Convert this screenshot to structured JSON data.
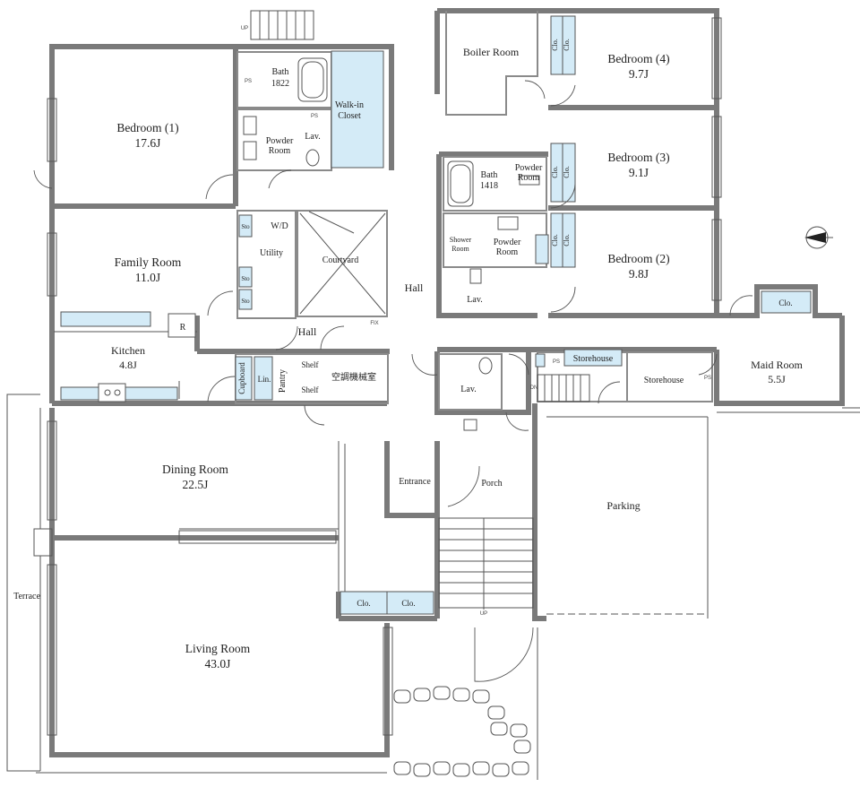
{
  "rooms": {
    "bedroom1": {
      "name": "Bedroom (1)",
      "size": "17.6J"
    },
    "family": {
      "name": "Family Room",
      "size": "11.0J"
    },
    "kitchen": {
      "name": "Kitchen",
      "size": "4.8J"
    },
    "dining": {
      "name": "Dining Room",
      "size": "22.5J"
    },
    "living": {
      "name": "Living Room",
      "size": "43.0J"
    },
    "bedroom4": {
      "name": "Bedroom (4)",
      "size": "9.7J"
    },
    "bedroom3": {
      "name": "Bedroom (3)",
      "size": "9.1J"
    },
    "bedroom2": {
      "name": "Bedroom (2)",
      "size": "9.8J"
    },
    "maid": {
      "name": "Maid Room",
      "size": "5.5J"
    },
    "bath_main": {
      "name": "Bath",
      "size": "1822"
    },
    "bath_small": {
      "name": "Bath",
      "size": "1418"
    }
  },
  "labels": {
    "boiler": "Boiler Room",
    "walkin_1": "Walk-in",
    "walkin_2": "Closet",
    "powder_a_1": "Powder",
    "powder_a_2": "Room",
    "powder_b_1": "Powder",
    "powder_b_2": "Room",
    "powder_c_1": "Powder",
    "powder_c_2": "Room",
    "lav": "Lav.",
    "utility": "Utility",
    "wd": "W/D",
    "courtyard": "Courtyard",
    "hall": "Hall",
    "shower_1": "Shower",
    "shower_2": "Room",
    "pantry": "Pantry",
    "shelf": "Shelf",
    "cupboard": "Cupboard",
    "lin": "Lin.",
    "sto": "Sto",
    "mech": "空調機械室",
    "storehouse": "Storehouse",
    "entrance": "Entrance",
    "porch": "Porch",
    "parking": "Parking",
    "terrace": "Terrace",
    "clo": "Clo.",
    "r": "R",
    "ps": "PS",
    "up": "UP",
    "dn": "DN",
    "fix": "FIX"
  }
}
